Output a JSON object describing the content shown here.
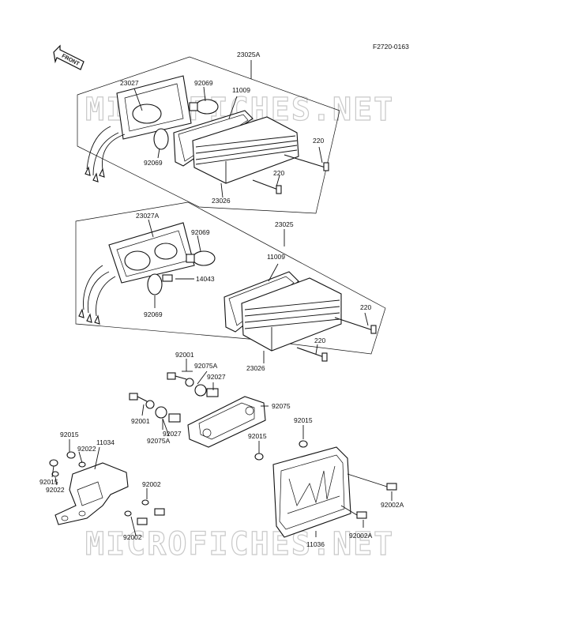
{
  "figure_code": "F2720-0163",
  "front_arrow": "FRONT",
  "watermark": "MICROFICHES.NET",
  "labels": {
    "a23025A": "23025A",
    "a23027": "23027",
    "a92069_1": "92069",
    "a11009_1": "11009",
    "a220_1": "220",
    "a92069_2": "92069",
    "a220_2": "220",
    "a23026_1": "23026",
    "a23027A": "23027A",
    "a92069_3": "92069",
    "a23025": "23025",
    "a11009_2": "11009",
    "a14043": "14043",
    "a220_3": "220",
    "a92069_4": "92069",
    "a220_4": "220",
    "a23026_2": "23026",
    "a92001_1": "92001",
    "a92075A_1": "92075A",
    "a92027_1": "92027",
    "a92075": "92075",
    "a92001_2": "92001",
    "a92027_2": "92027",
    "a92075A_2": "92075A",
    "a92015_1": "92015",
    "a92015_2": "92015",
    "a92015_3": "92015",
    "a11034": "11034",
    "a92022_1": "92022",
    "a92015_4": "92015",
    "a92022_2": "92022",
    "a92002_1": "92002",
    "a92002_2": "92002",
    "a92002A_1": "92002A",
    "a92002A_2": "92002A",
    "a11036": "11036"
  }
}
